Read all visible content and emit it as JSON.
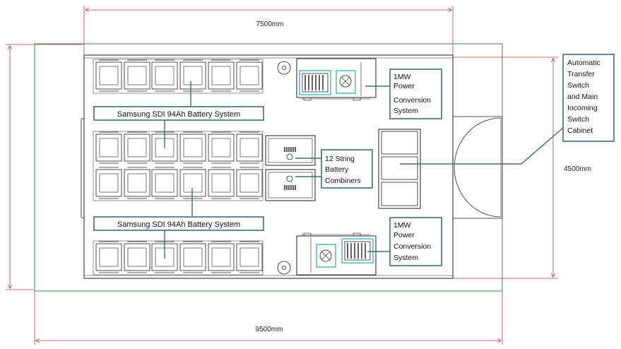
{
  "dimensions": {
    "top": "7500mm",
    "bottom": "9500mm",
    "right": "4500mm"
  },
  "labels": {
    "battery_upper": "Samsung SDI 94Ah Battery System",
    "battery_lower": "Samsung SDI 94Ah Battery System",
    "pcs_top": [
      "1MW",
      "Power",
      "Conversion",
      "System"
    ],
    "pcs_bottom": [
      "1MW",
      "Power",
      "Conversion",
      "System"
    ],
    "combiners": [
      "12 String",
      "Battery",
      "Combiners"
    ],
    "ats": [
      "Automatic",
      "Transfer",
      "Switch",
      "and Main",
      "Incoming",
      "Switch",
      "Cabinet"
    ]
  },
  "colors": {
    "dimension": "#b83a3a",
    "container": "#3f8a3f",
    "drawing": "#222222",
    "callout": "#3f6f6f",
    "teal": "#2aa9b0"
  }
}
